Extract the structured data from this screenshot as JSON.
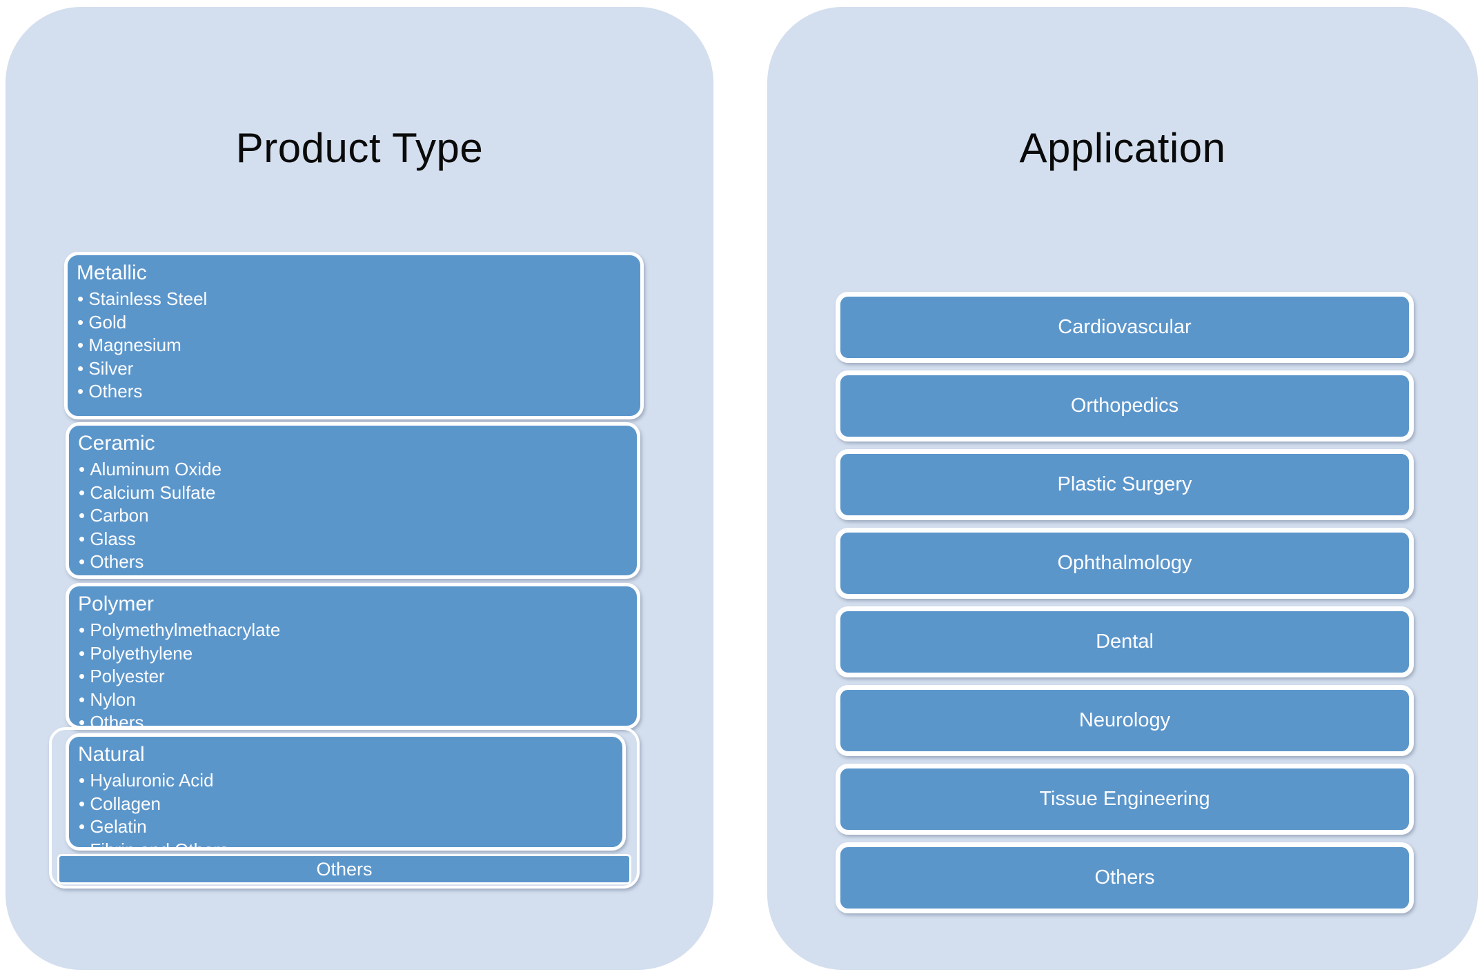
{
  "colors": {
    "page_bg": "#ffffff",
    "panel_bg": "#d3deee",
    "box_blue": "#5b96cb",
    "box_border": "#ffffff",
    "title_text": "#0a0a0a",
    "box_text": "#fdfdfe"
  },
  "left_panel": {
    "title": "Product Type",
    "groups": [
      {
        "heading": "Metallic",
        "items": [
          "Stainless Steel",
          "Gold",
          "Magnesium",
          "Silver",
          "Others"
        ]
      },
      {
        "heading": "Ceramic",
        "items": [
          "Aluminum Oxide",
          "Calcium Sulfate",
          "Carbon",
          "Glass",
          "Others"
        ]
      },
      {
        "heading": "Polymer",
        "items": [
          "Polymethylmethacrylate",
          "Polyethylene",
          "Polyester",
          "Nylon",
          "Others"
        ]
      },
      {
        "heading": "Natural",
        "items": [
          "Hyaluronic Acid",
          "Collagen",
          "Gelatin",
          "Fibrin and Others"
        ]
      }
    ],
    "footer": "Others"
  },
  "right_panel": {
    "title": "Application",
    "items": [
      "Cardiovascular",
      "Orthopedics",
      "Plastic Surgery",
      "Ophthalmology",
      "Dental",
      "Neurology",
      "Tissue Engineering",
      "Others"
    ]
  }
}
